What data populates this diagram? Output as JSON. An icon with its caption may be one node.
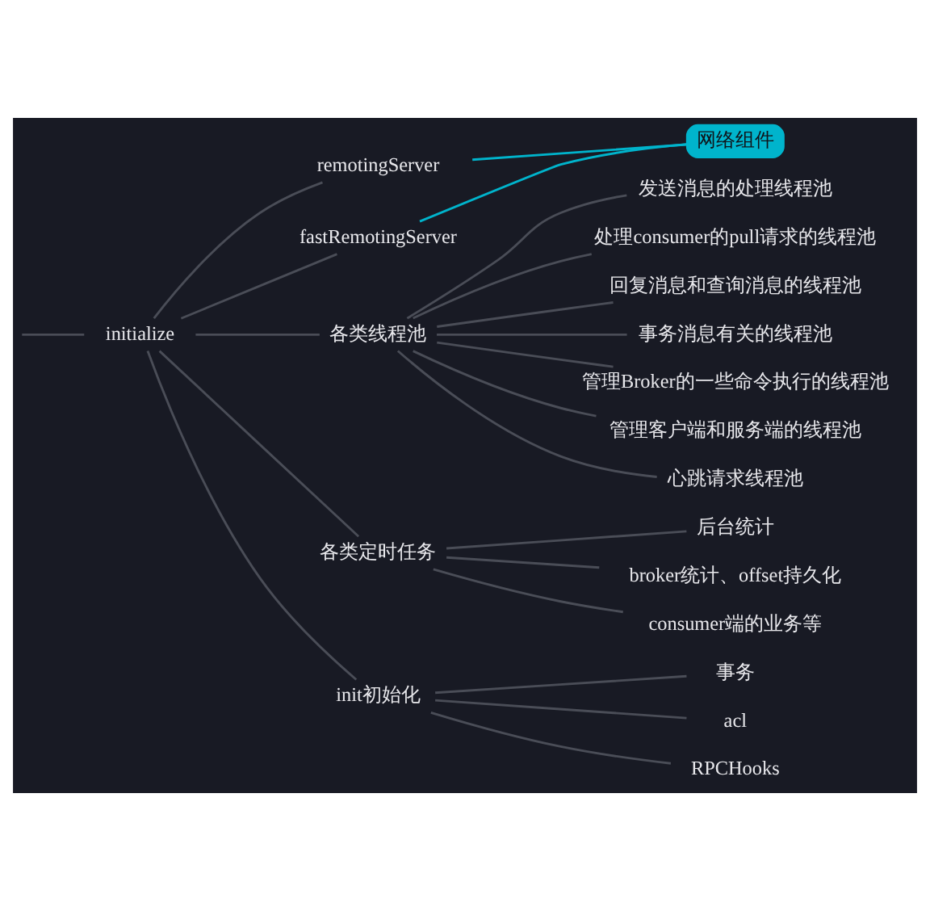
{
  "diagram": {
    "nodes": [
      {
        "text": [
          "initialize"
        ]
      },
      {
        "text": [
          "remotingServer"
        ]
      },
      {
        "text": [
          "fastRemotingServer"
        ]
      },
      {
        "text": [
          "网络组件"
        ]
      },
      {
        "text": [
          "各类线程池"
        ]
      },
      {
        "text": [
          "发送消息的处理线程池"
        ]
      },
      {
        "text": [
          "处理consumer的pull请求的线程池"
        ]
      },
      {
        "text": [
          "回复消息和查询消息的线程池"
        ]
      },
      {
        "text": [
          "事务消息有关的线程池"
        ]
      },
      {
        "text": [
          "管理Broker的一些命令执行的线程池"
        ]
      },
      {
        "text": [
          "管理客户端和服务端的线程池"
        ]
      },
      {
        "text": [
          "心跳请求线程池"
        ]
      },
      {
        "text": [
          "各类定时任务"
        ]
      },
      {
        "text": [
          "后台统计"
        ]
      },
      {
        "text": [
          "broker统计、offset持久化"
        ]
      },
      {
        "text": [
          "consumer端的业务等"
        ]
      },
      {
        "text": [
          "init初始化"
        ]
      },
      {
        "text": [
          "事务"
        ]
      },
      {
        "text": [
          "acl"
        ]
      },
      {
        "text": [
          "RPCHooks"
        ]
      }
    ],
    "edges": [
      {
        "from": null,
        "to": 0,
        "arrow": "none"
      },
      {
        "from": 0,
        "to": 1,
        "arrow": "none"
      },
      {
        "from": 0,
        "to": 2,
        "arrow": "none"
      },
      {
        "from": 1,
        "to": 3,
        "arrow": "none",
        "color": "#00b4cc"
      },
      {
        "from": 2,
        "to": 3,
        "arrow": "none",
        "color": "#00b4cc"
      },
      {
        "from": 0,
        "to": 4,
        "arrow": "none"
      },
      {
        "from": 4,
        "to": 5,
        "arrow": "none"
      },
      {
        "from": 4,
        "to": 6,
        "arrow": "none"
      },
      {
        "from": 4,
        "to": 7,
        "arrow": "none"
      },
      {
        "from": 4,
        "to": 8,
        "arrow": "none"
      },
      {
        "from": 4,
        "to": 9,
        "arrow": "none"
      },
      {
        "from": 4,
        "to": 10,
        "arrow": "none"
      },
      {
        "from": 4,
        "to": 11,
        "arrow": "none"
      },
      {
        "from": 0,
        "to": 12,
        "arrow": "none"
      },
      {
        "from": 12,
        "to": 13,
        "arrow": "none"
      },
      {
        "from": 12,
        "to": 14,
        "arrow": "none"
      },
      {
        "from": 12,
        "to": 15,
        "arrow": "none"
      },
      {
        "from": 0,
        "to": 16,
        "arrow": "none"
      },
      {
        "from": 16,
        "to": 17,
        "arrow": "none"
      },
      {
        "from": 16,
        "to": 18,
        "arrow": "none"
      },
      {
        "from": 16,
        "to": 19,
        "arrow": "none"
      }
    ]
  }
}
